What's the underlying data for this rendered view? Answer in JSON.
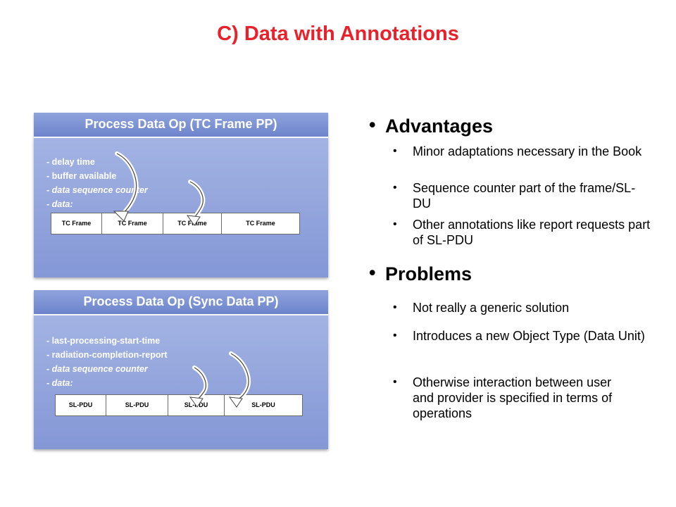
{
  "title": "C)  Data with Annotations",
  "panel_top": {
    "header": "Process Data Op (TC Frame PP)",
    "lines": [
      "- delay time",
      "- buffer available",
      "- data sequence counter",
      "- data:"
    ],
    "frames": [
      "TC Frame",
      "TC Frame",
      "TC Frame",
      "TC Frame"
    ]
  },
  "panel_bottom": {
    "header": "Process Data Op (Sync Data PP)",
    "lines": [
      "- last-processing-start-time",
      "- radiation-completion-report",
      "- data sequence counter",
      "- data:"
    ],
    "frames": [
      "SL-PDU",
      "SL-PDU",
      "SL-PDU",
      "SL-PDU"
    ]
  },
  "advantages": {
    "heading": "Advantages",
    "items": [
      "Minor adaptations necessary in the Book",
      "Sequence counter part of the frame/SL-DU",
      "Other annotations like report requests part of SL-PDU"
    ]
  },
  "problems": {
    "heading": "Problems",
    "items": [
      "Not really a generic solution",
      "Introduces a new Object Type (Data Unit)",
      "Otherwise interaction between user and provider is specified in terms of operations"
    ]
  },
  "colors": {
    "title": "#e8212b",
    "panel_header": "#7d93d4",
    "panel_body": "#94a6dd"
  },
  "bullet": "•"
}
